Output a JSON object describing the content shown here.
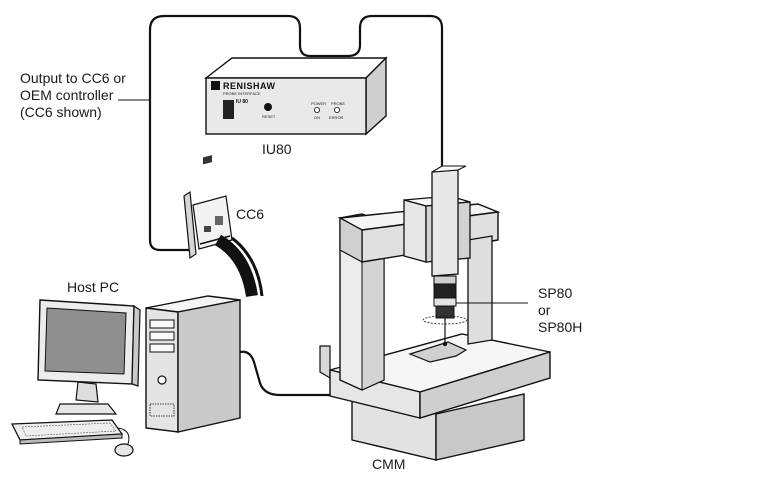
{
  "labels": {
    "output_line1": "Output to CC6 or",
    "output_line2": "OEM controller",
    "output_line3": "(CC6 shown)",
    "iu80": "IU80",
    "cc6": "CC6",
    "host_pc": "Host PC",
    "sp80_line1": "SP80",
    "sp80_line2": "or",
    "sp80_line3": "SP80H",
    "cmm": "CMM"
  },
  "iu80_panel": {
    "brand": "RENISHAW",
    "subtitle": "PROBE INTERFACE",
    "model": "IU 80",
    "reset": "RESET",
    "power": "POWER",
    "power_state": "ON",
    "probe": "PROBE",
    "probe_state": "ERROR"
  }
}
